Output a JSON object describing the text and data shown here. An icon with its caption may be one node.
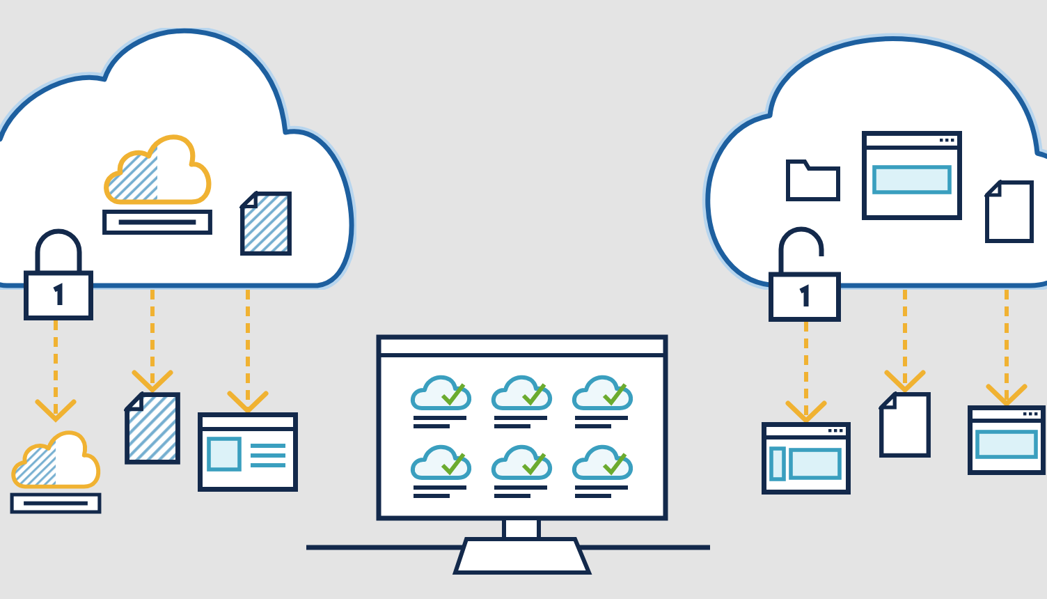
{
  "diagram": {
    "nodes": [
      {
        "text": [],
        "shape": "cloud"
      },
      {
        "text": [],
        "shape": "picture"
      },
      {
        "text": [],
        "shape": "picture"
      },
      {
        "text": [],
        "shape": "picture"
      },
      {
        "text": [],
        "shape": "picture"
      },
      {
        "text": [],
        "shape": "cloud"
      },
      {
        "text": [],
        "shape": "picture"
      },
      {
        "text": [],
        "shape": "picture"
      },
      {
        "text": [],
        "shape": "picture"
      },
      {
        "text": [],
        "shape": "picture"
      }
    ],
    "edges": [
      {
        "from": 1,
        "to": 2,
        "arrow": "to",
        "style": "dashed"
      },
      {
        "from": 0,
        "to": 3,
        "arrow": "to",
        "style": "dashed"
      },
      {
        "from": 0,
        "to": 4,
        "arrow": "to",
        "style": "dashed"
      },
      {
        "from": 6,
        "to": 7,
        "arrow": "to",
        "style": "dashed"
      },
      {
        "from": 5,
        "to": 8,
        "arrow": "to",
        "style": "dashed"
      },
      {
        "from": 5,
        "to": 9,
        "arrow": "to",
        "style": "dashed"
      }
    ]
  }
}
